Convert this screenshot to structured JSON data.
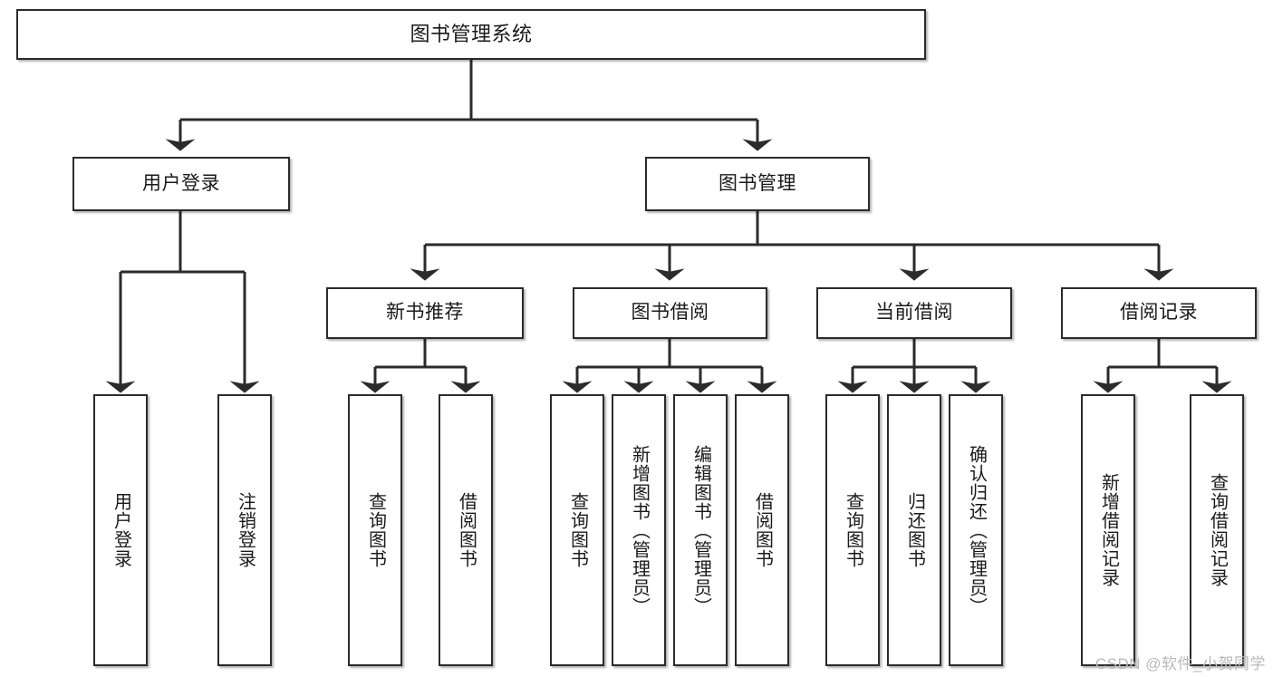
{
  "diagram": {
    "title": "图书管理系统",
    "type": "tree",
    "watermark": "CSDN @软件_小贺同学",
    "colors": {
      "border": "#2b2b2b",
      "fill": "#ffffff",
      "text": "#1a1a1a",
      "edge": "#2b2b2b",
      "watermark": "#b9b9b9"
    },
    "nodes": {
      "root": {
        "label": "图书管理系统"
      },
      "level2": [
        {
          "id": "user-login",
          "label": "用户登录"
        },
        {
          "id": "book-manage",
          "label": "图书管理"
        }
      ],
      "level3": [
        {
          "id": "new-book-recommend",
          "label": "新书推荐"
        },
        {
          "id": "book-borrow",
          "label": "图书借阅"
        },
        {
          "id": "current-borrow",
          "label": "当前借阅"
        },
        {
          "id": "borrow-record",
          "label": "借阅记录"
        }
      ],
      "leaves": {
        "user-login": [
          {
            "id": "leaf-user-login",
            "label": "用户登录"
          },
          {
            "id": "leaf-user-logout",
            "label": "注销登录"
          }
        ],
        "new-book-recommend": [
          {
            "id": "leaf-query-book-1",
            "label": "查询图书"
          },
          {
            "id": "leaf-borrow-book-1",
            "label": "借阅图书"
          }
        ],
        "book-borrow": [
          {
            "id": "leaf-query-book-2",
            "label": "查询图书"
          },
          {
            "id": "leaf-add-book",
            "label": "新增图书（管理员）"
          },
          {
            "id": "leaf-edit-book",
            "label": "编辑图书（管理员）"
          },
          {
            "id": "leaf-borrow-book-2",
            "label": "借阅图书"
          }
        ],
        "current-borrow": [
          {
            "id": "leaf-query-book-3",
            "label": "查询图书"
          },
          {
            "id": "leaf-return-book",
            "label": "归还图书"
          },
          {
            "id": "leaf-confirm-return",
            "label": "确认归还（管理员）"
          }
        ],
        "borrow-record": [
          {
            "id": "leaf-add-record",
            "label": "新增借阅记录"
          },
          {
            "id": "leaf-query-record",
            "label": "查询借阅记录"
          }
        ]
      }
    }
  }
}
